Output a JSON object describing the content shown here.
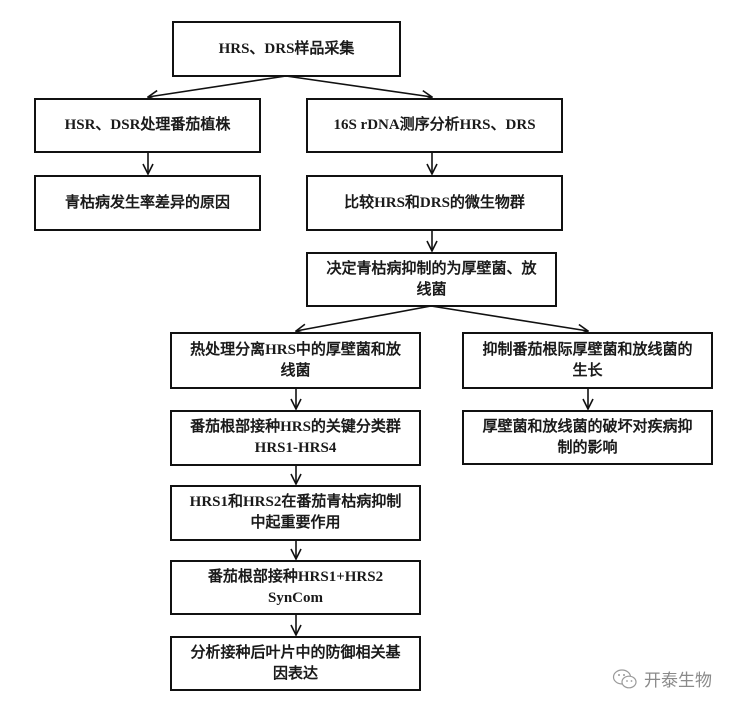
{
  "nodes": {
    "sampling": "HRS、DRS样品采集",
    "treat_tomato": "HSR、DSR处理番茄植株",
    "sequencing": "16S rDNA测序分析HRS、DRS",
    "disease_reason": "青枯病发生率差异的原因",
    "compare_microbiota": "比较HRS和DRS的微生物群",
    "decision": "决定青枯病抑制的为厚壁菌、放线菌",
    "heat_isolation": "热处理分离HRS中的厚壁菌和放线菌",
    "inhibit_growth": "抑制番茄根际厚壁菌和放线菌的生长",
    "inoculate_taxa": "番茄根部接种HRS的关键分类群HRS1-HRS4",
    "disruption_effect": "厚壁菌和放线菌的破坏对疾病抑制的影响",
    "hrs1_hrs2_role": "HRS1和HRS2在番茄青枯病抑制中起重要作用",
    "inoculate_syncom": "番茄根部接种HRS1+HRS2 SynCom",
    "defense_genes": "分析接种后叶片中的防御相关基因表达"
  },
  "watermark": {
    "text": "开泰生物",
    "icon": "wechat-icon"
  },
  "colors": {
    "line": "#111111",
    "text": "#1a1a1a",
    "watermark": "#8a8a8a"
  }
}
